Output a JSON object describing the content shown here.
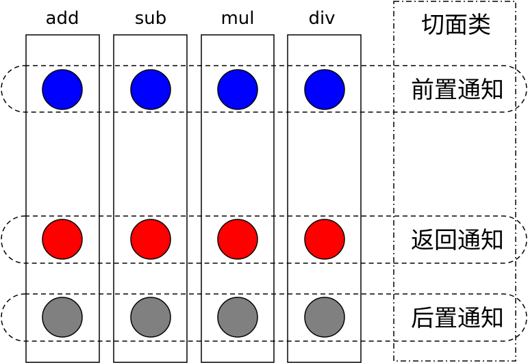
{
  "methods": [
    {
      "name": "add"
    },
    {
      "name": "sub"
    },
    {
      "name": "mul"
    },
    {
      "name": "div"
    }
  ],
  "aspect": {
    "label": "切面类"
  },
  "advices": [
    {
      "label": "前置通知",
      "color": "#0000ff"
    },
    {
      "label": "返回通知",
      "color": "#ff0000"
    },
    {
      "label": "后置通知",
      "color": "#808080"
    }
  ]
}
